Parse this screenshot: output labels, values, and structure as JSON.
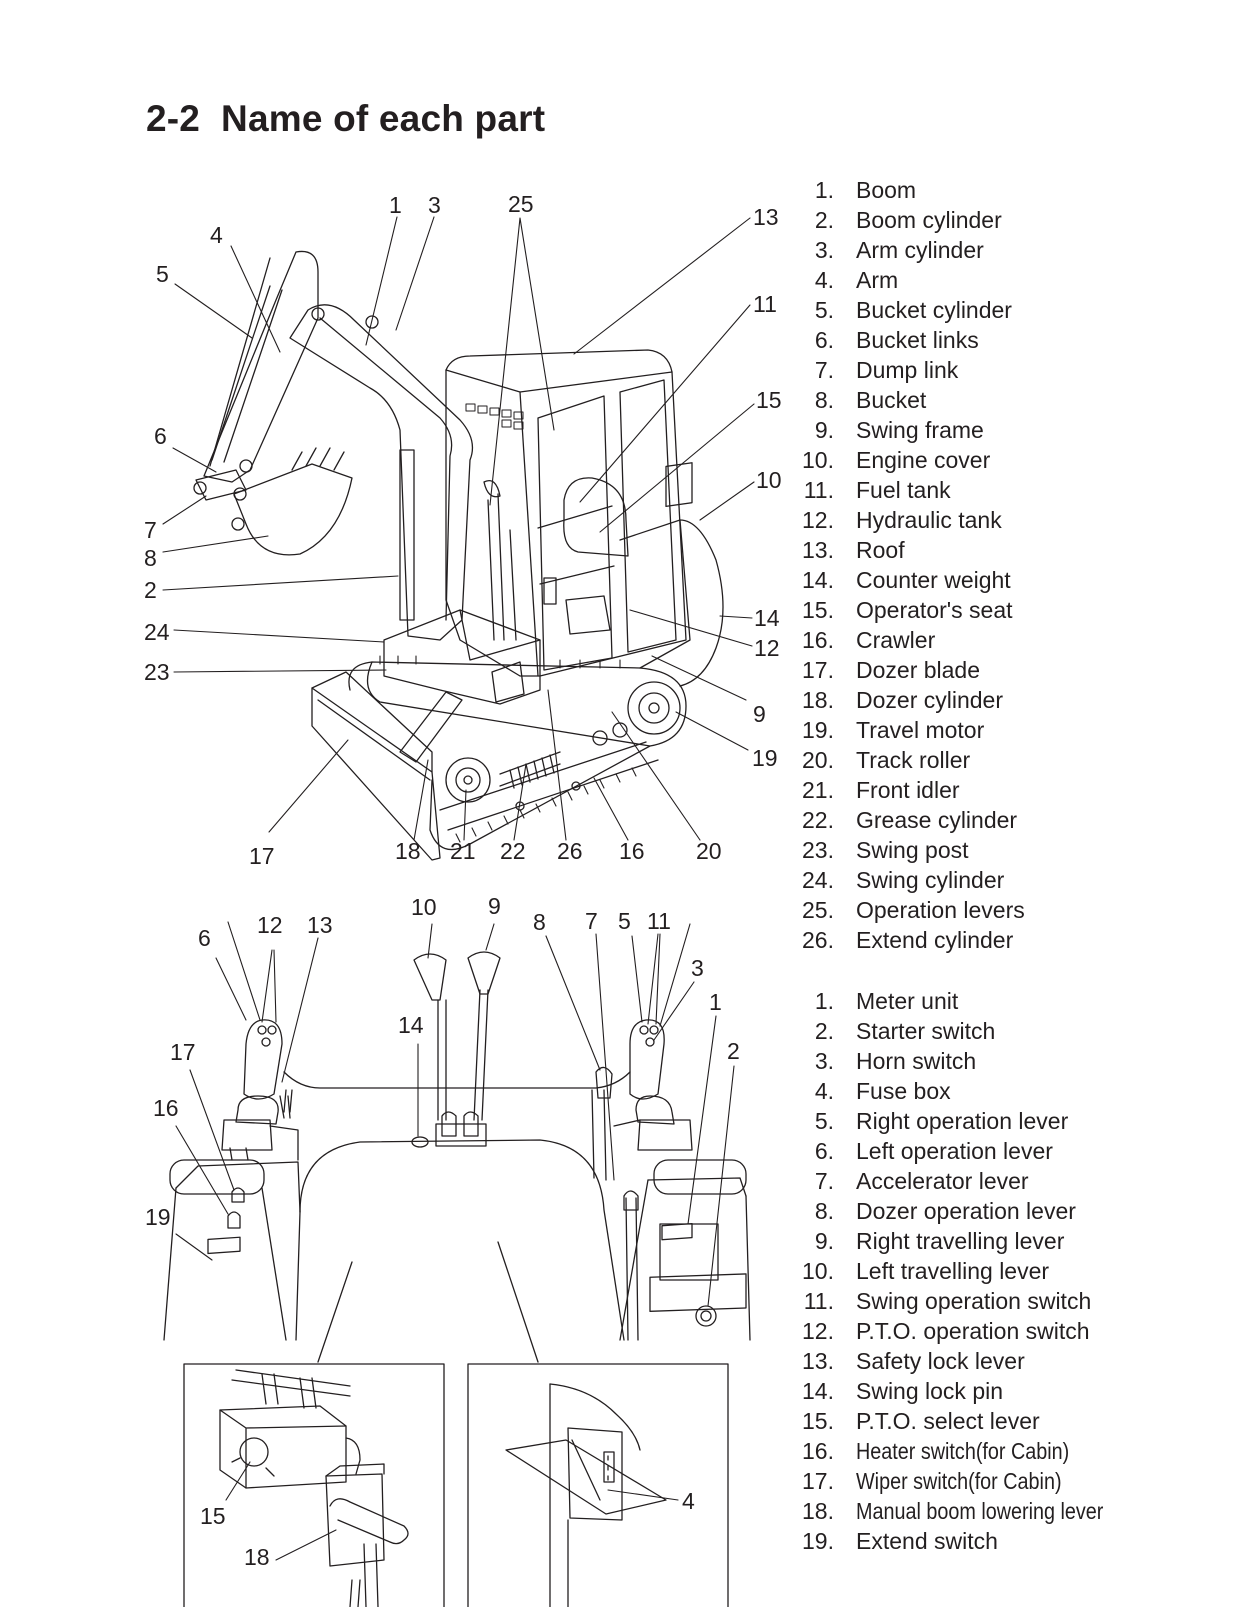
{
  "section": {
    "number": "2-2",
    "title": "Name of each part"
  },
  "excavator_callouts": [
    "1",
    "3",
    "25",
    "13",
    "4",
    "5",
    "11",
    "15",
    "6",
    "10",
    "7",
    "8",
    "2",
    "14",
    "24",
    "12",
    "23",
    "9",
    "19",
    "17",
    "18",
    "21",
    "22",
    "26",
    "16",
    "20"
  ],
  "cab_callouts": [
    "10",
    "9",
    "8",
    "7",
    "5",
    "11",
    "6",
    "12",
    "13",
    "3",
    "1",
    "14",
    "17",
    "2",
    "16",
    "19",
    "15",
    "18",
    "4"
  ],
  "parts_list_1": [
    {
      "num": "1.",
      "name": "Boom"
    },
    {
      "num": "2.",
      "name": "Boom cylinder"
    },
    {
      "num": "3.",
      "name": "Arm cylinder"
    },
    {
      "num": "4.",
      "name": "Arm"
    },
    {
      "num": "5.",
      "name": "Bucket cylinder"
    },
    {
      "num": "6.",
      "name": "Bucket links"
    },
    {
      "num": "7.",
      "name": "Dump link"
    },
    {
      "num": "8.",
      "name": "Bucket"
    },
    {
      "num": "9.",
      "name": "Swing frame"
    },
    {
      "num": "10.",
      "name": "Engine cover"
    },
    {
      "num": "11.",
      "name": "Fuel tank"
    },
    {
      "num": "12.",
      "name": "Hydraulic tank"
    },
    {
      "num": "13.",
      "name": "Roof"
    },
    {
      "num": "14.",
      "name": "Counter weight"
    },
    {
      "num": "15.",
      "name": "Operator's seat"
    },
    {
      "num": "16.",
      "name": "Crawler"
    },
    {
      "num": "17.",
      "name": "Dozer blade"
    },
    {
      "num": "18.",
      "name": "Dozer cylinder"
    },
    {
      "num": "19.",
      "name": "Travel motor"
    },
    {
      "num": "20.",
      "name": "Track roller"
    },
    {
      "num": "21.",
      "name": "Front idler"
    },
    {
      "num": "22.",
      "name": "Grease cylinder"
    },
    {
      "num": "23.",
      "name": "Swing post"
    },
    {
      "num": "24.",
      "name": "Swing cylinder"
    },
    {
      "num": "25.",
      "name": "Operation levers"
    },
    {
      "num": "26.",
      "name": "Extend cylinder"
    }
  ],
  "parts_list_2": [
    {
      "num": "1.",
      "name": "Meter unit"
    },
    {
      "num": "2.",
      "name": "Starter switch"
    },
    {
      "num": "3.",
      "name": "Horn switch"
    },
    {
      "num": "4.",
      "name": "Fuse box"
    },
    {
      "num": "5.",
      "name": "Right operation lever"
    },
    {
      "num": "6.",
      "name": "Left operation lever"
    },
    {
      "num": "7.",
      "name": "Accelerator lever"
    },
    {
      "num": "8.",
      "name": "Dozer operation lever"
    },
    {
      "num": "9.",
      "name": "Right travelling lever"
    },
    {
      "num": "10.",
      "name": "Left travelling lever"
    },
    {
      "num": "11.",
      "name": "Swing operation switch"
    },
    {
      "num": "12.",
      "name": "P.T.O. operation switch"
    },
    {
      "num": "13.",
      "name": "Safety lock lever"
    },
    {
      "num": "14.",
      "name": "Swing lock pin"
    },
    {
      "num": "15.",
      "name": "P.T.O. select lever"
    },
    {
      "num": "16.",
      "name": "Heater switch(for Cabin)"
    },
    {
      "num": "17.",
      "name": "Wiper switch(for Cabin)"
    },
    {
      "num": "18.",
      "name": "Manual boom lowering lever"
    },
    {
      "num": "19.",
      "name": "Extend switch"
    }
  ]
}
